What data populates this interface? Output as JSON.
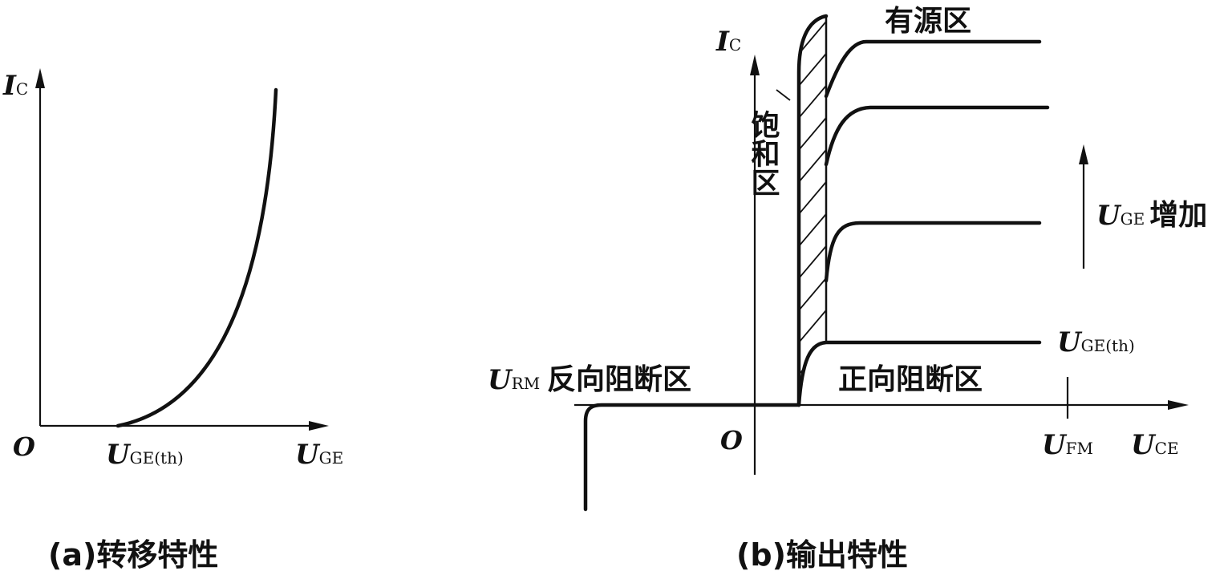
{
  "panel_a": {
    "y_axis": {
      "symbol": "I",
      "sub": "C"
    },
    "origin": "O",
    "threshold": {
      "symbol": "U",
      "sub": "GE(th)"
    },
    "x_axis": {
      "symbol": "U",
      "sub": "GE"
    },
    "caption": "(a)转移特性"
  },
  "panel_b": {
    "y_axis": {
      "symbol": "I",
      "sub": "C"
    },
    "origin": "O",
    "x_axis": {
      "symbol": "U",
      "sub": "CE"
    },
    "ufm": {
      "symbol": "U",
      "sub": "FM"
    },
    "urm": {
      "symbol": "U",
      "sub": "RM"
    },
    "reverse_block": "反向阻断区",
    "forward_block": "正向阻断区",
    "active_region": "有源区",
    "saturation_region": "饱和区",
    "uge_increase": {
      "symbol": "U",
      "sub": "GE",
      "text": "增加"
    },
    "uge_th": {
      "symbol": "U",
      "sub": "GE(th)"
    },
    "caption": "(b)输出特性"
  }
}
